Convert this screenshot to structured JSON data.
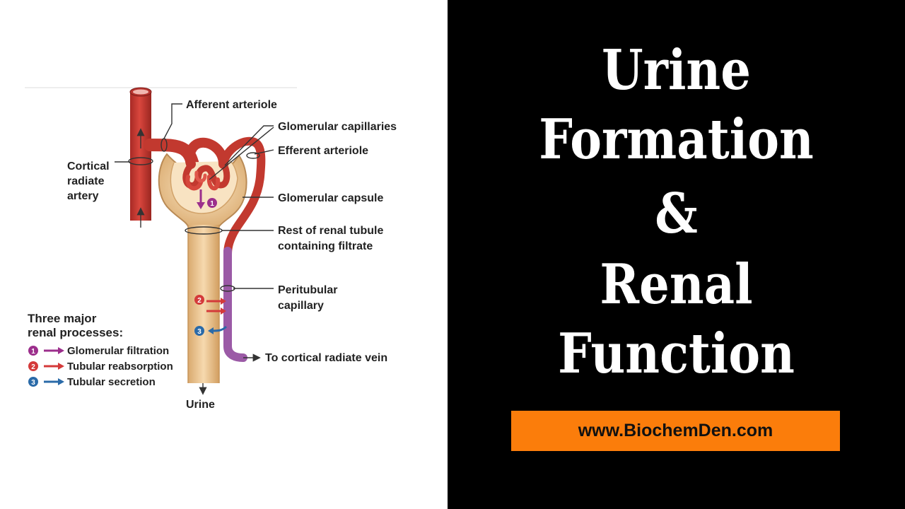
{
  "title": {
    "line1": "Urine",
    "line2": "Formation",
    "line3": "&",
    "line4": "Renal",
    "line5": "Function"
  },
  "website": "www.BiochemDen.com",
  "diagram": {
    "labels": {
      "afferent_arteriole": "Afferent arteriole",
      "glomerular_capillaries": "Glomerular capillaries",
      "efferent_arteriole": "Efferent arteriole",
      "cortical_radiate_artery_1": "Cortical",
      "cortical_radiate_artery_2": "radiate",
      "cortical_radiate_artery_3": "artery",
      "glomerular_capsule": "Glomerular capsule",
      "rest_of_renal_tubule_1": "Rest of renal tubule",
      "rest_of_renal_tubule_2": "containing filtrate",
      "peritubular_capillary_1": "Peritubular",
      "peritubular_capillary_2": "capillary",
      "to_cortical_radiate_vein": "To cortical radiate vein",
      "urine": "Urine"
    },
    "legend": {
      "title_1": "Three major",
      "title_2": "renal processes:",
      "items": [
        {
          "number": "1",
          "label": "Glomerular filtration",
          "color": "#9c2f8c"
        },
        {
          "number": "2",
          "label": "Tubular reabsorption",
          "color": "#d43a3a"
        },
        {
          "number": "3",
          "label": "Tubular secretion",
          "color": "#2a6aa8"
        }
      ]
    },
    "colors": {
      "vessel": "#c63a33",
      "vessel_dark": "#8f241f",
      "tubule": "#e8c08c",
      "tubule_dark": "#b98a55",
      "peritubular": "#9b5aa6"
    }
  }
}
